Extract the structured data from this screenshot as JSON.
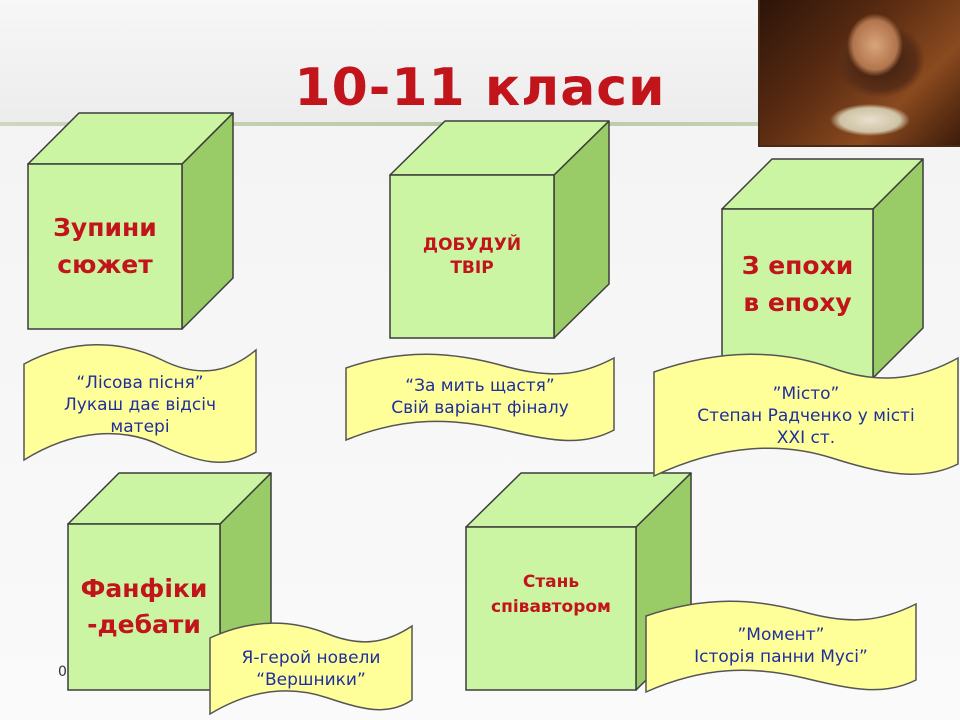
{
  "slide": {
    "title": "10-11  класи",
    "footer_number": "0"
  },
  "cubes": [
    {
      "id": "zupyny",
      "label": "Зупини\nсюжет"
    },
    {
      "id": "dobuduy",
      "label": "ДОБУДУЙ\nТВІР"
    },
    {
      "id": "z-epokhy",
      "label": "З епохи\nв епоху"
    },
    {
      "id": "fanfiky",
      "label": "Фанфіки\n-дебати"
    },
    {
      "id": "stan",
      "label": "Стань\nспівавтором"
    }
  ],
  "banners": [
    {
      "id": "lisova",
      "text": "“Лісова пісня”\nЛукаш дає відсіч\nматері"
    },
    {
      "id": "myt",
      "text": "“За мить щастя”\nСвій  варіант фіналу"
    },
    {
      "id": "misto",
      "text": "”Місто”\nСтепан Радченко у місті\nXXI ст."
    },
    {
      "id": "vershnyky",
      "text": "Я-герой новели\n“Вершники”"
    },
    {
      "id": "moment",
      "text": "”Момент”\nІсторія панни Мусі”"
    }
  ],
  "colors": {
    "title_red": "#c1141b",
    "cube_front": "#ccf5a3",
    "cube_side": "#99cc66",
    "cube_stroke": "#3c3c3c",
    "banner_fill": "#ffff99",
    "banner_text": "#1f2f9c"
  },
  "image": {
    "name": "student-reading-photo"
  }
}
